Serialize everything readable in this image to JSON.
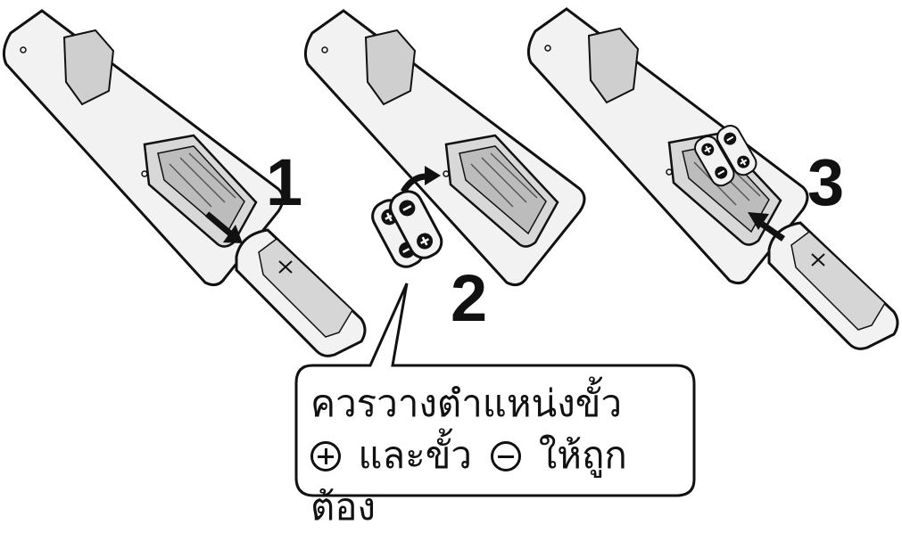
{
  "steps": [
    {
      "number": "1"
    },
    {
      "number": "2"
    },
    {
      "number": "3"
    }
  ],
  "callout": {
    "line1": "ควรวางตำแหน่งขั้ว",
    "line2_part1": "และขั้ว",
    "line2_part2": "ให้ถูกต้อง"
  },
  "colors": {
    "outline": "#111111",
    "remote_fill": "#f2f2f2",
    "panel_fill": "#d0d0d0",
    "background": "#ffffff"
  }
}
